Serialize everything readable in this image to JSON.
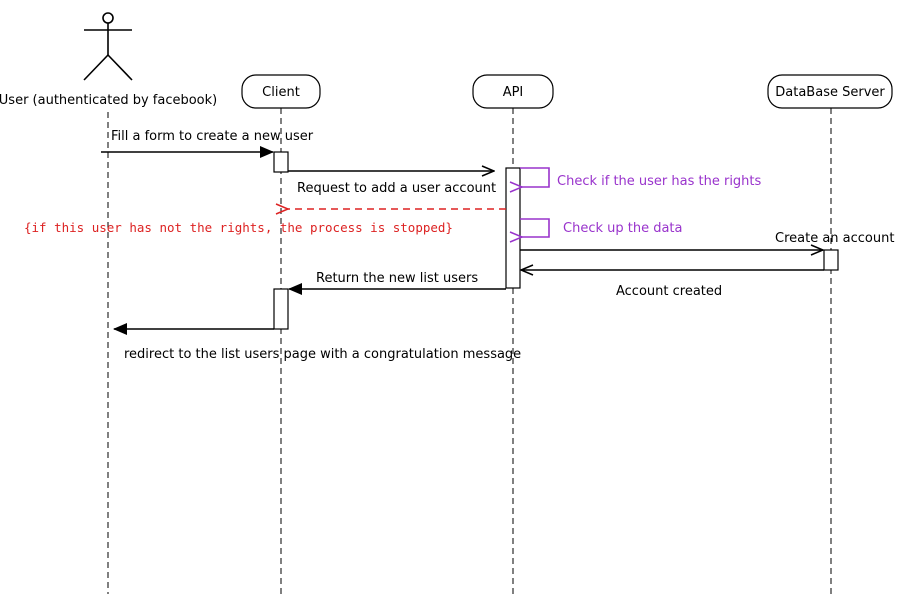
{
  "colors": {
    "line": "#000000",
    "self_message": "#9933cc",
    "guard": "#dd2222",
    "background": "#ffffff"
  },
  "participants": {
    "user": "User (authenticated by facebook)",
    "client": "Client",
    "api": "API",
    "db": "DataBase Server"
  },
  "messages": {
    "fill_form": "Fill a form to create a new user",
    "request_add": "Request to add a user account",
    "check_rights": "Check if the user has the rights",
    "check_data": "Check up the data",
    "create_account": "Create an account",
    "account_created": "Account created",
    "return_list": "Return the new list users",
    "redirect": "redirect to the list users page with a congratulation message"
  },
  "guard_note": "{if this user has not the rights, the process is stopped}"
}
